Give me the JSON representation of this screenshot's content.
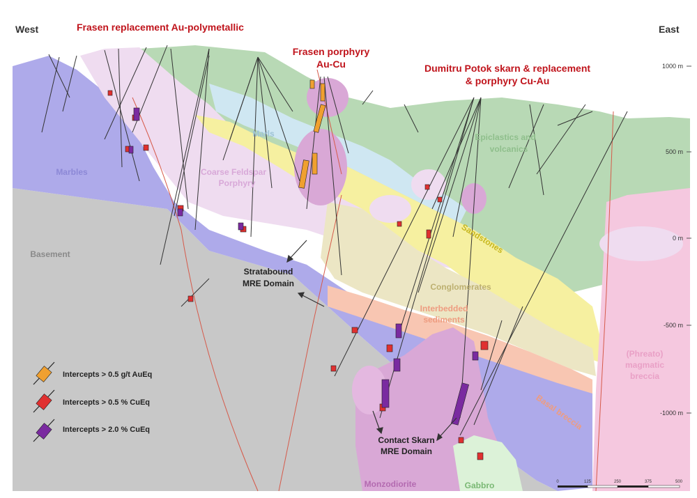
{
  "header": {
    "west": "West",
    "east": "East"
  },
  "titles": {
    "frasen_replacement": "Frasen replacement Au-polymetallic",
    "frasen_porphyry_1": "Frasen porphyry",
    "frasen_porphyry_2": "Au-Cu",
    "dumitru_1": "Dumitru Potok skarn & replacement",
    "dumitru_2": "& porphyry Cu-Au"
  },
  "units": {
    "marls": "Marls",
    "marbles": "Marbles",
    "basement": "Basement",
    "coarse_1": "Coarse Feldspar",
    "coarse_2": "Porphyry",
    "epiclastics_1": "Epiclastics and",
    "epiclastics_2": "volcanics",
    "sandstones": "Sandstones",
    "conglomerates": "Conglomerates",
    "interbedded_1": "Interbedded",
    "interbedded_2": "sediments",
    "basal": "Basal breccia",
    "phreato_1": "(Phreato)",
    "phreato_2": "magmatic",
    "phreato_3": "breccia",
    "monzodiorite": "Monzodiorite",
    "gabbro": "Gabbro"
  },
  "domains": {
    "stratabound_1": "Stratabound",
    "stratabound_2": "MRE Domain",
    "contact_1": "Contact Skarn",
    "contact_2": "MRE Domain"
  },
  "elevations": [
    "1000 m",
    "500 m",
    "0 m",
    "-500 m",
    "-1000 m"
  ],
  "legend": [
    {
      "label": "Intercepts > 0.5 g/t AuEq",
      "color": "#f0a030"
    },
    {
      "label": "Intercepts > 0.5 % CuEq",
      "color": "#e03030"
    },
    {
      "label": "Intercepts > 2.0 % CuEq",
      "color": "#7a2aa0"
    }
  ],
  "scale_bar": [
    "0",
    "125",
    "250",
    "375",
    "500"
  ],
  "colors": {
    "basement": "#c8c8c8",
    "marbles": "#aeaaea",
    "marls": "#cfe7f2",
    "epiclastics": "#b8d9b5",
    "sandstones": "#f6f0a0",
    "conglomerates": "#ece6c4",
    "interbedded": "#f8c6b2",
    "porphyry": "#efdcf0",
    "monzodiorite": "#d9a8d6",
    "breccia": "#f5c8df",
    "gabbro": "#dcf2d8",
    "title": "#c0141c"
  }
}
